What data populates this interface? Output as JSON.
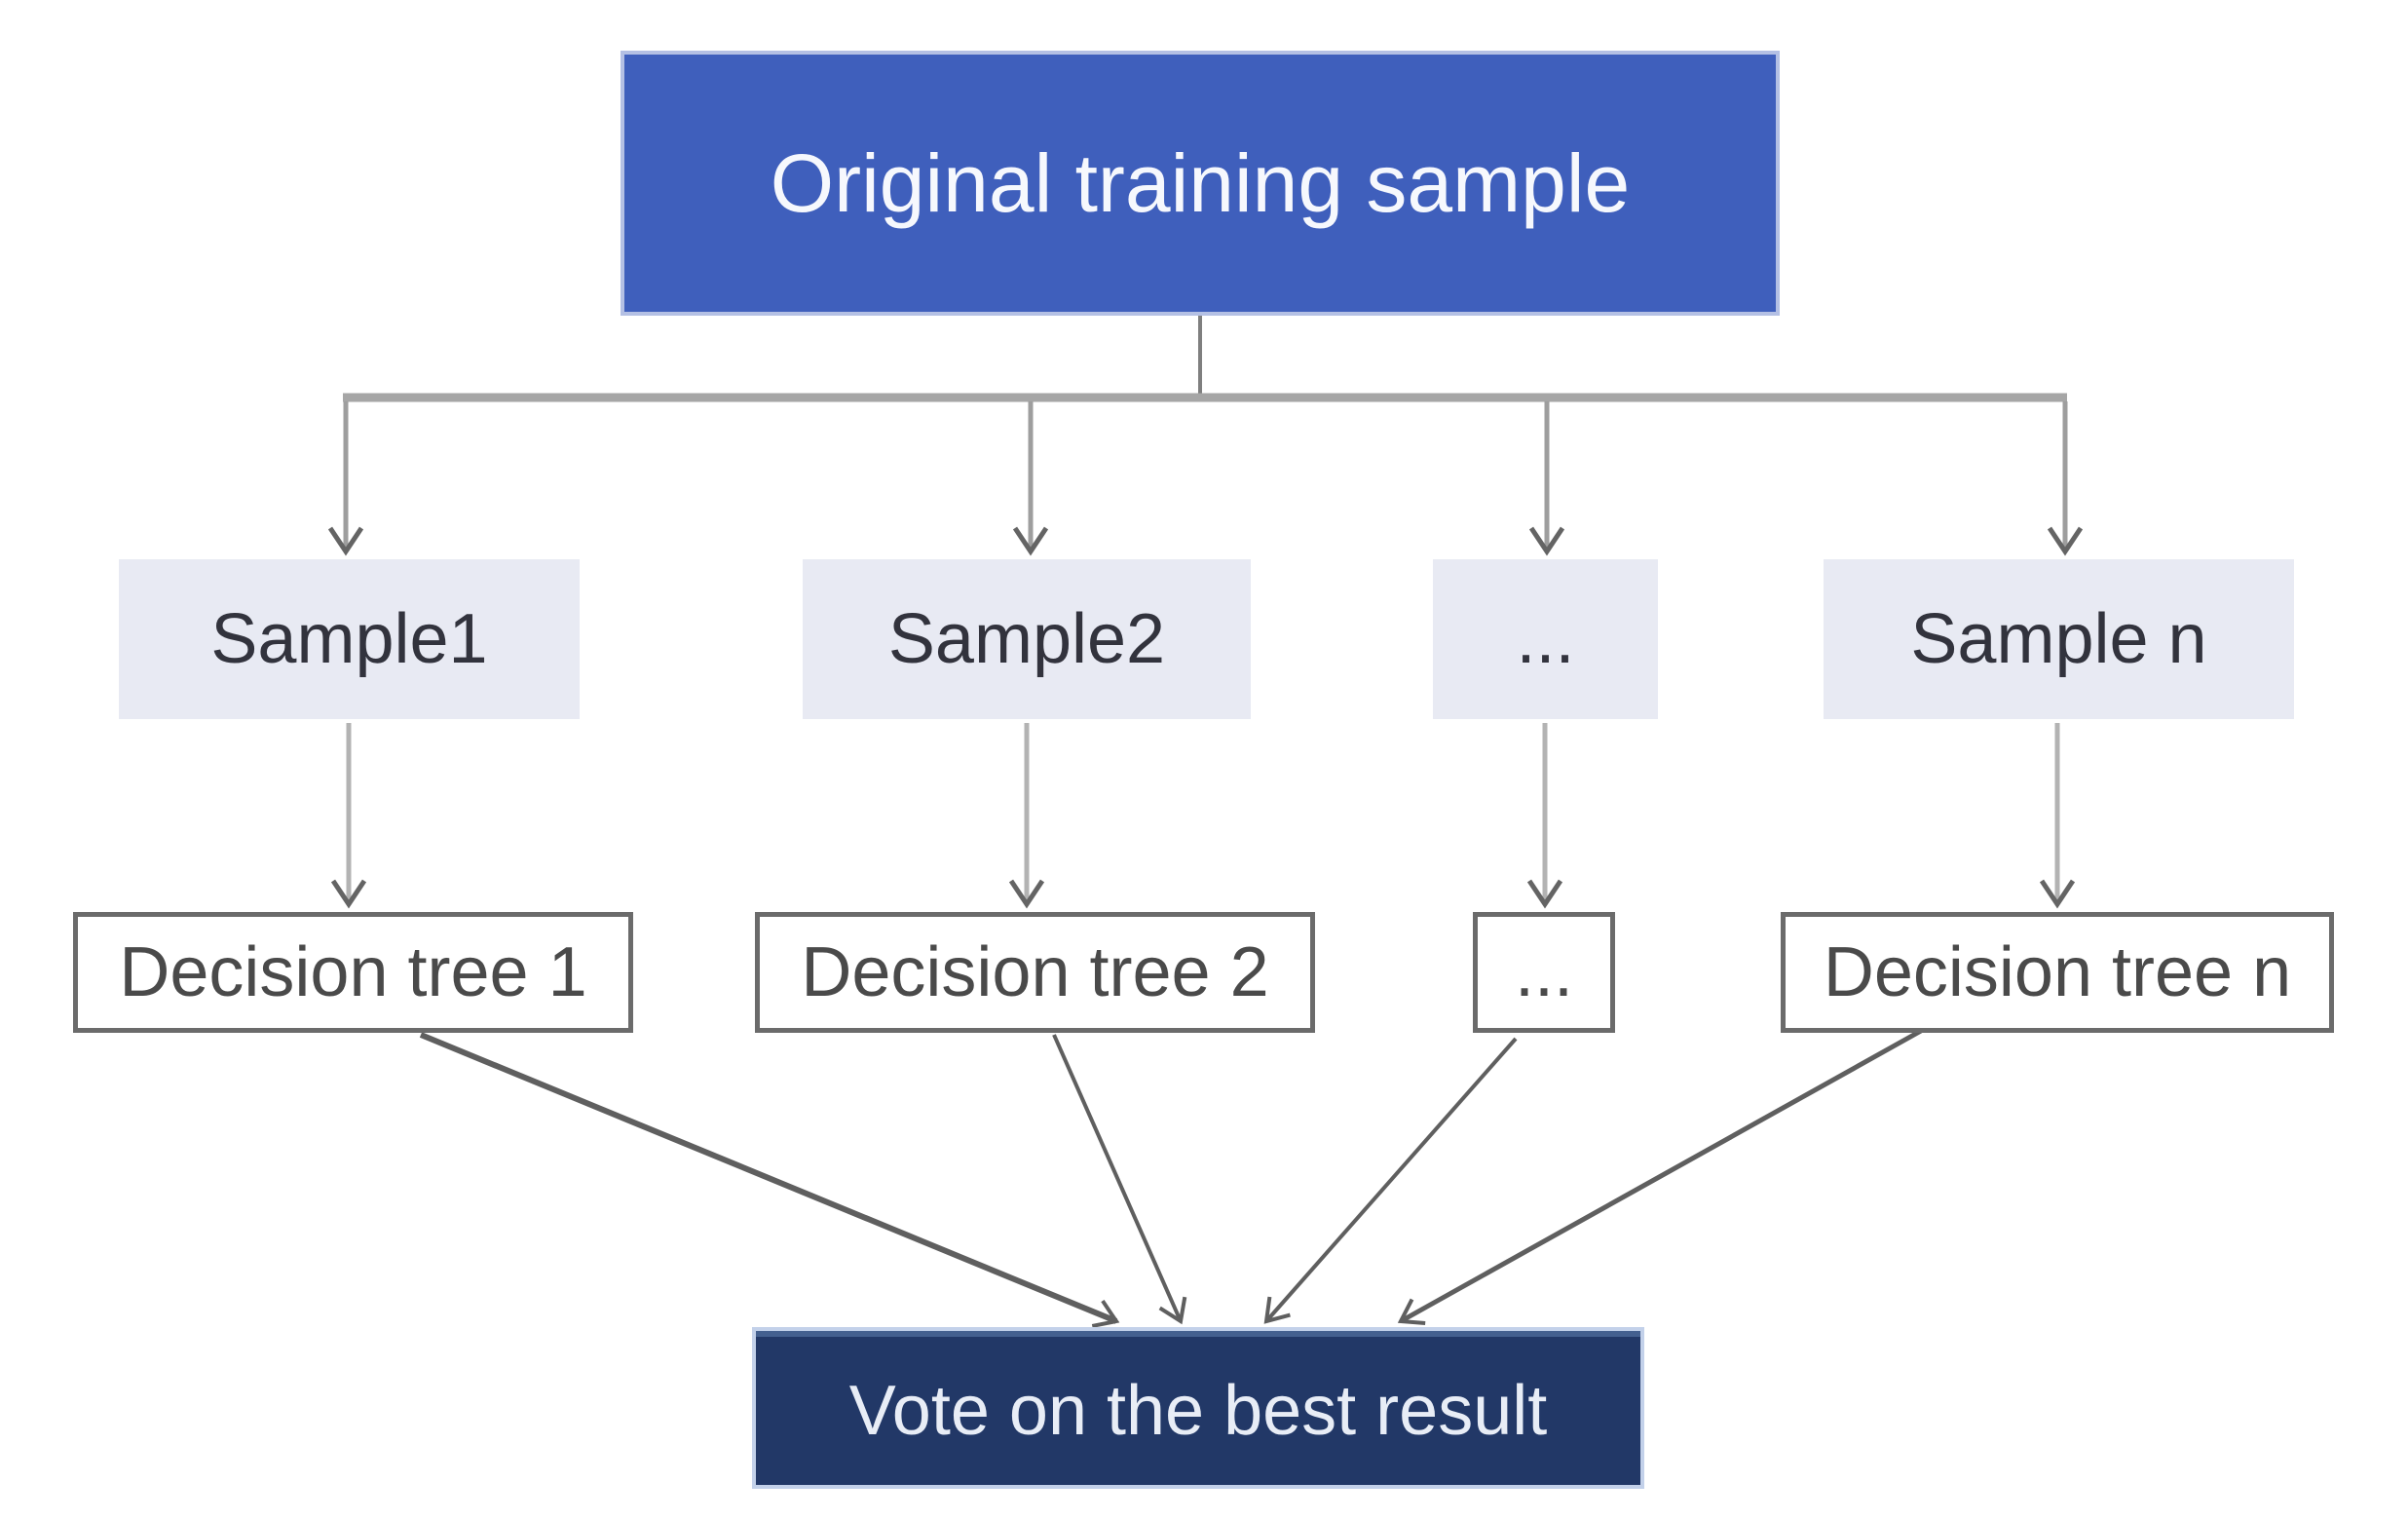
{
  "diagram": {
    "root": {
      "label": "Original training sample"
    },
    "samples": [
      {
        "label": "Sample1"
      },
      {
        "label": "Sample2"
      },
      {
        "label": "..."
      },
      {
        "label": "Sample n"
      }
    ],
    "trees": [
      {
        "label": "Decision tree 1"
      },
      {
        "label": "Decision tree 2"
      },
      {
        "label": "..."
      },
      {
        "label": "Decision tree n"
      }
    ],
    "vote": {
      "label": "Vote on the best result"
    },
    "colors": {
      "root_fill": "#3f5fbc",
      "root_text": "#f6f8fd",
      "sample_fill": "#e8eaf3",
      "sample_text": "#32333d",
      "tree_border": "#6b6b6b",
      "tree_text": "#4a4a4a",
      "vote_fill": "#223867",
      "vote_text": "#e8edf6",
      "connector_shaft": "#a8a8a8",
      "arrowhead": "#646464"
    }
  }
}
